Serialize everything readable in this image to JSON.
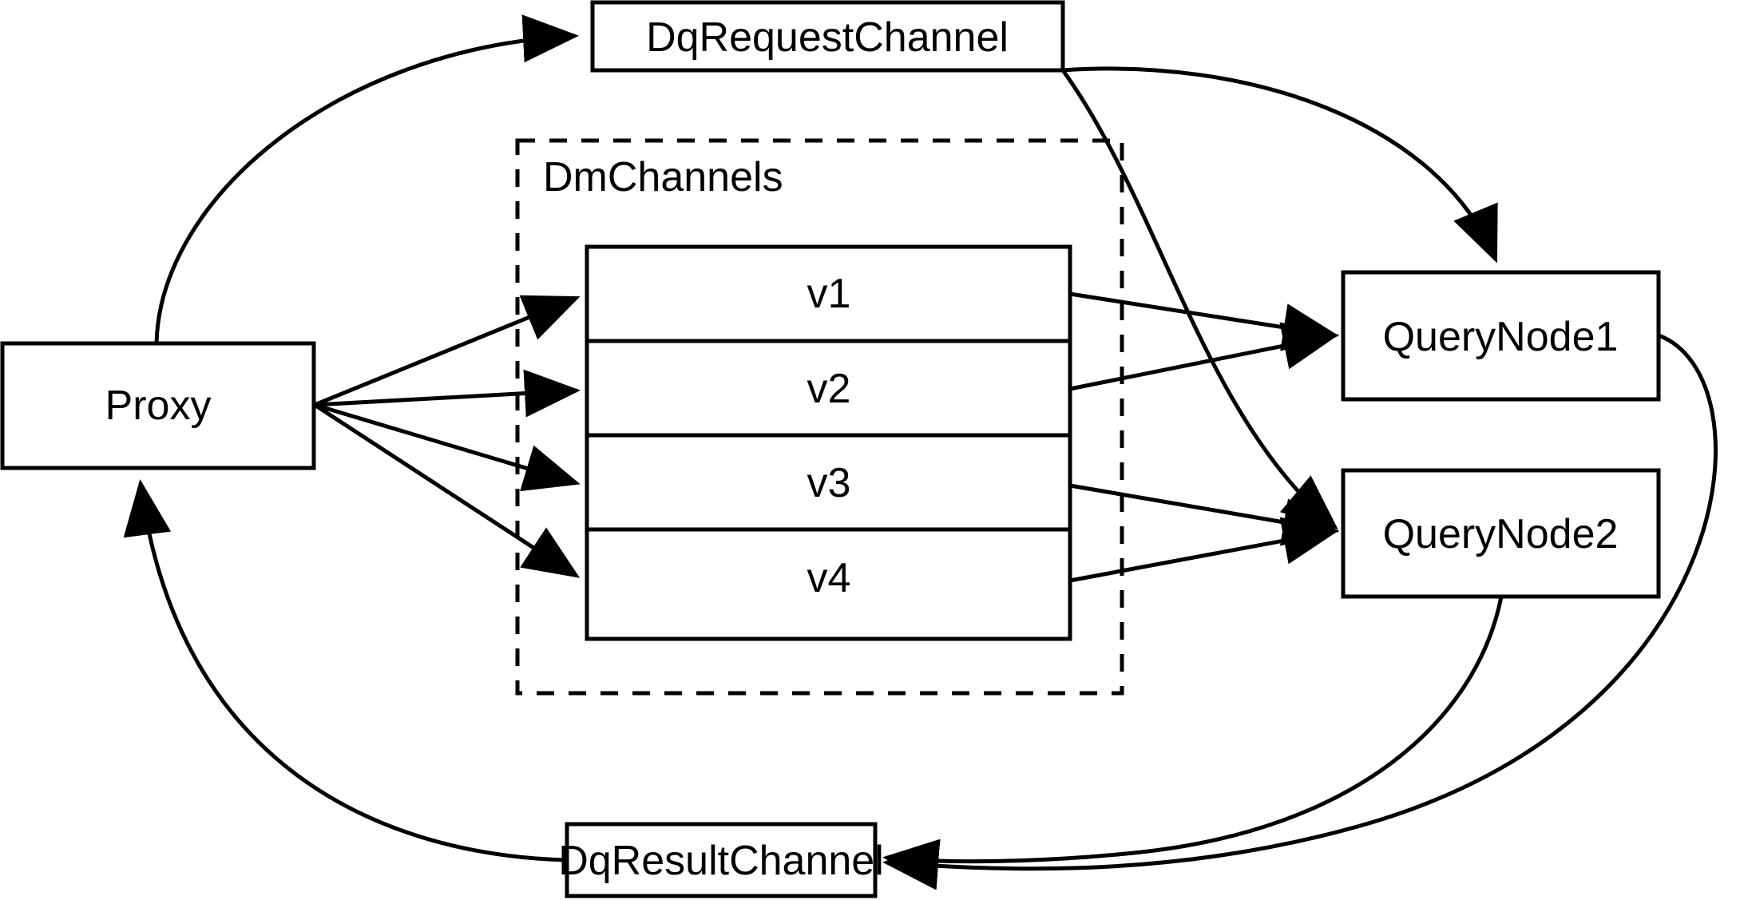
{
  "diagram": {
    "title": "Milvus distributed query channel architecture",
    "background_color": "#ffffff",
    "stroke_color": "#000000",
    "nodes": {
      "proxy": {
        "label": "Proxy"
      },
      "dq_request_channel": {
        "label": "DqRequestChannel"
      },
      "dq_result_channel": {
        "label": "DqResultChannel"
      },
      "query_node_1": {
        "label": "QueryNode1"
      },
      "query_node_2": {
        "label": "QueryNode2"
      }
    },
    "group": {
      "label": "DmChannels",
      "style": "dashed"
    },
    "channels": [
      {
        "label": "v1"
      },
      {
        "label": "v2"
      },
      {
        "label": "v3"
      },
      {
        "label": "v4"
      }
    ],
    "edges": [
      {
        "from": "Proxy",
        "to": "DqRequestChannel",
        "style": "curved",
        "arrow": true
      },
      {
        "from": "Proxy",
        "to": "v1",
        "style": "straight",
        "arrow": true
      },
      {
        "from": "Proxy",
        "to": "v2",
        "style": "straight",
        "arrow": true
      },
      {
        "from": "Proxy",
        "to": "v3",
        "style": "straight",
        "arrow": true
      },
      {
        "from": "Proxy",
        "to": "v4",
        "style": "straight",
        "arrow": true
      },
      {
        "from": "v1",
        "to": "QueryNode1",
        "style": "straight",
        "arrow": true
      },
      {
        "from": "v2",
        "to": "QueryNode1",
        "style": "straight",
        "arrow": true
      },
      {
        "from": "v3",
        "to": "QueryNode2",
        "style": "straight",
        "arrow": true
      },
      {
        "from": "v4",
        "to": "QueryNode2",
        "style": "straight",
        "arrow": true
      },
      {
        "from": "DqRequestChannel",
        "to": "QueryNode1",
        "style": "curved",
        "arrow": true
      },
      {
        "from": "DqRequestChannel",
        "to": "QueryNode2",
        "style": "curved",
        "arrow": true
      },
      {
        "from": "QueryNode1",
        "to": "DqResultChannel",
        "style": "curved",
        "arrow": true
      },
      {
        "from": "QueryNode2",
        "to": "DqResultChannel",
        "style": "curved",
        "arrow": true
      },
      {
        "from": "DqResultChannel",
        "to": "Proxy",
        "style": "curved",
        "arrow": true
      }
    ]
  }
}
